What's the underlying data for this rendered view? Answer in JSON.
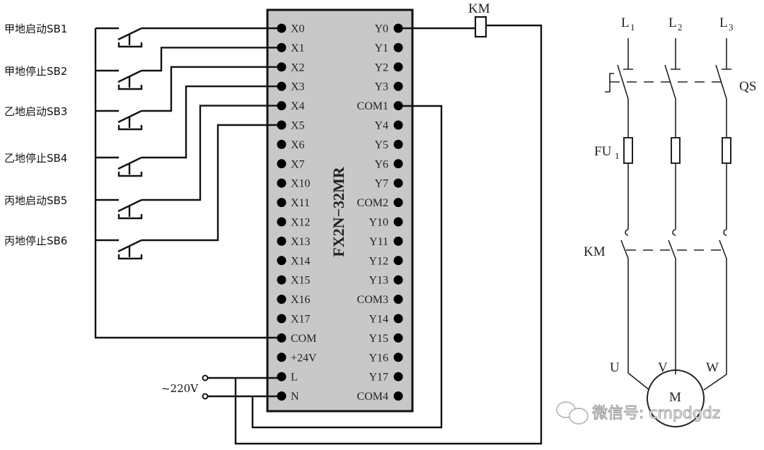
{
  "plc": {
    "model": "FX2N−32MR",
    "left_pins": [
      "X0",
      "X1",
      "X2",
      "X3",
      "X4",
      "X5",
      "X6",
      "X7",
      "X10",
      "X11",
      "X12",
      "X13",
      "X14",
      "X15",
      "X16",
      "X17",
      "COM",
      "+24V",
      "L",
      "N"
    ],
    "right_pins": [
      "Y0",
      "Y1",
      "Y2",
      "Y3",
      "COM1",
      "Y4",
      "Y5",
      "Y6",
      "Y7",
      "COM2",
      "Y10",
      "Y11",
      "Y12",
      "Y13",
      "COM3",
      "Y14",
      "Y15",
      "Y16",
      "Y17",
      "COM4"
    ],
    "box_color": "#c8c8c8"
  },
  "switches": [
    {
      "label": "甲地启动SB1",
      "input": "X0"
    },
    {
      "label": "甲地停止SB2",
      "input": "X1"
    },
    {
      "label": "乙地启动SB3",
      "input": "X2"
    },
    {
      "label": "乙地停止SB4",
      "input": "X3"
    },
    {
      "label": "丙地启动SB5",
      "input": "X4"
    },
    {
      "label": "丙地停止SB6",
      "input": "X5"
    }
  ],
  "power": {
    "label": "~220V"
  },
  "coil": {
    "label": "KM"
  },
  "main_circuit": {
    "phases": [
      {
        "label": "L",
        "sub": "1"
      },
      {
        "label": "L",
        "sub": "2"
      },
      {
        "label": "L",
        "sub": "3"
      }
    ],
    "breaker_label": "QS",
    "fuse_label": "FU",
    "fuse_sub": "1",
    "contactor_label": "KM",
    "motor_terminals": [
      "U",
      "V",
      "W"
    ],
    "motor_label": "M"
  },
  "watermark": "微信号: cmpdgdz"
}
